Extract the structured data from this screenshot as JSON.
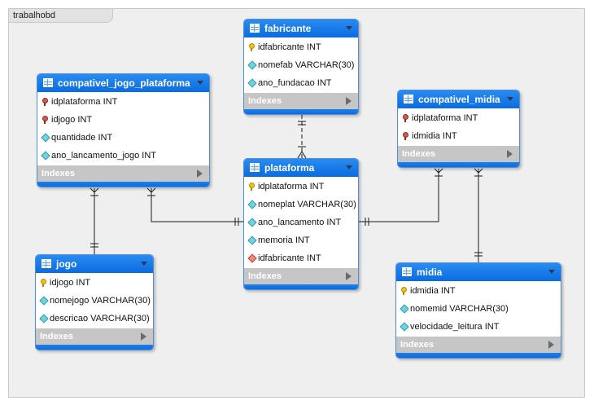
{
  "schema": {
    "name": "trabalhobd"
  },
  "indexes_label": "Indexes",
  "tables": {
    "fabricante": {
      "name": "fabricante",
      "columns": [
        "idfabricante INT",
        "nomefab VARCHAR(30)",
        "ano_fundacao INT"
      ]
    },
    "compativel_jogo_plataforma": {
      "name": "compativel_jogo_plataforma",
      "columns": [
        "idplataforma INT",
        "idjogo INT",
        "quantidade INT",
        "ano_lancamento_jogo INT"
      ]
    },
    "compativel_midia": {
      "name": "compativel_midia",
      "columns": [
        "idplataforma INT",
        "idmidia INT"
      ]
    },
    "plataforma": {
      "name": "plataforma",
      "columns": [
        "idplataforma INT",
        "nomeplat VARCHAR(30)",
        "ano_lancamento INT",
        "memoria INT",
        "idfabricante INT"
      ]
    },
    "jogo": {
      "name": "jogo",
      "columns": [
        "idjogo INT",
        "nomejogo VARCHAR(30)",
        "descricao VARCHAR(30)"
      ]
    },
    "midia": {
      "name": "midia",
      "columns": [
        "idmidia INT",
        "nomemid VARCHAR(30)",
        "velocidade_leitura INT"
      ]
    }
  }
}
